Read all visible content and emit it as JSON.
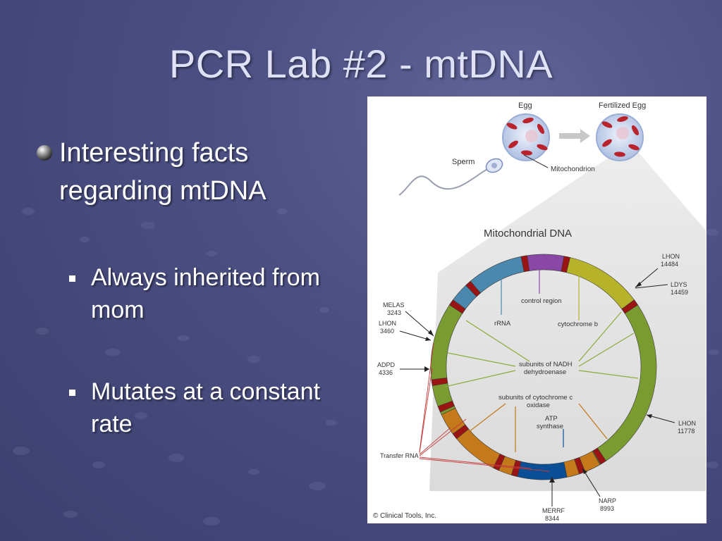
{
  "slide": {
    "title": "PCR Lab #2 - mtDNA",
    "bullets": [
      {
        "text": "Interesting facts regarding mtDNA",
        "sub": [
          {
            "text": "Always inherited from mom"
          },
          {
            "text": "Mutates at a constant rate"
          }
        ]
      }
    ]
  },
  "figure": {
    "top_labels": {
      "egg": "Egg",
      "fertilized_egg": "Fertilized Egg",
      "sperm": "Sperm",
      "mitochondrion": "Mitochondrion"
    },
    "title": "Mitochondrial DNA",
    "inner_labels": {
      "control_region": "control region",
      "rrna": "rRNA",
      "cytochrome_b": "cytochrome b",
      "nadh_1": "subunits of NADH",
      "nadh_2": "dehydroenase",
      "cox_1": "subunits of cytochrome c",
      "cox_2": "oxidase",
      "atp_1": "ATP",
      "atp_2": "synthase"
    },
    "mutations": [
      {
        "name": "LHON",
        "pos": "14484"
      },
      {
        "name": "LDYS",
        "pos": "14459"
      },
      {
        "name": "MELAS",
        "pos": "3243"
      },
      {
        "name": "LHON",
        "pos": "3460"
      },
      {
        "name": "ADPD",
        "pos": "4336"
      },
      {
        "name": "LHON",
        "pos": "11778"
      },
      {
        "name": "NARP",
        "pos": "8993"
      },
      {
        "name": "MERRF",
        "pos": "8344"
      }
    ],
    "transfer_rna": "Transfer RNA",
    "copyright": "© Clinical Tools, Inc.",
    "colors": {
      "nadh": "#7a9b30",
      "rrna": "#4a88ad",
      "control": "#8a48a6",
      "cytb": "#b6b32a",
      "cox": "#c4791a",
      "atp": "#0a4f95",
      "trna": "#9a1414",
      "mito": "#b8232c",
      "cell": "#c9d6ee"
    }
  }
}
